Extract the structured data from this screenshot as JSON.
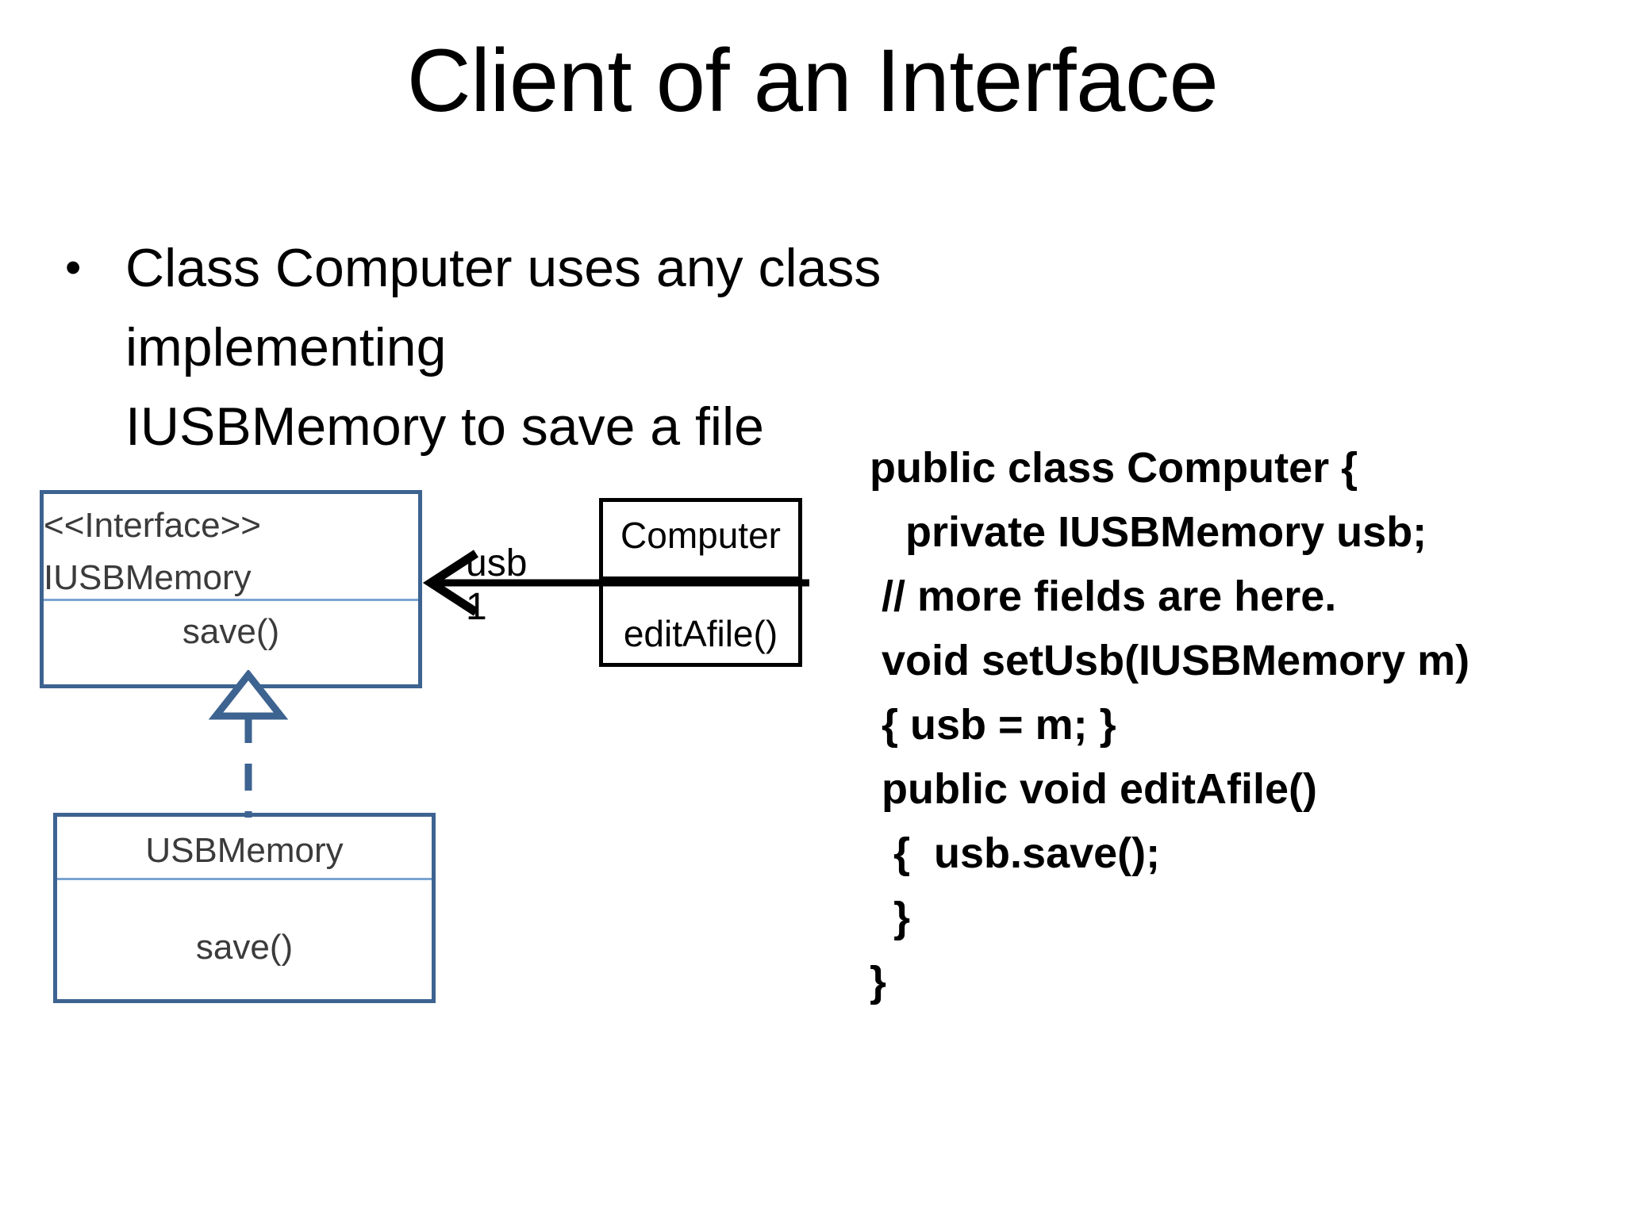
{
  "slide": {
    "title": "Client of an Interface",
    "background_color": "#FFFFFF"
  },
  "body": {
    "bullet_glyph": "•",
    "bullet_lines": [
      "Class Computer uses any class implementing",
      "IUSBMemory to save a file"
    ]
  },
  "diagram": {
    "colors": {
      "blue_border": "#3D6390",
      "blue_divider": "#7BA4D0",
      "black_border": "#000000",
      "text_gray": "#3B3B3B"
    },
    "interface_class": {
      "stereotype": "<<Interface>>",
      "name": "IUSBMemory",
      "operations": [
        "save()"
      ]
    },
    "client_class": {
      "name": "Computer",
      "operations": [
        "editAfile()"
      ]
    },
    "implementing_class": {
      "name": "USBMemory",
      "operations": [
        "save()"
      ]
    },
    "association": {
      "role_label": "usb",
      "multiplicity": "1",
      "direction": "Computer -> IUSBMemory",
      "arrow_style": "open-arrowhead-solid-line"
    },
    "realization": {
      "from": "USBMemory",
      "to": "IUSBMemory",
      "arrow_style": "hollow-triangle-dashed-line"
    }
  },
  "code": {
    "lines": [
      "public class Computer {",
      "   private IUSBMemory usb;",
      " // more fields are here.",
      " void setUsb(IUSBMemory m)",
      " { usb = m; }",
      " public void editAfile()",
      "  {  usb.save();",
      "  }",
      "}"
    ]
  }
}
